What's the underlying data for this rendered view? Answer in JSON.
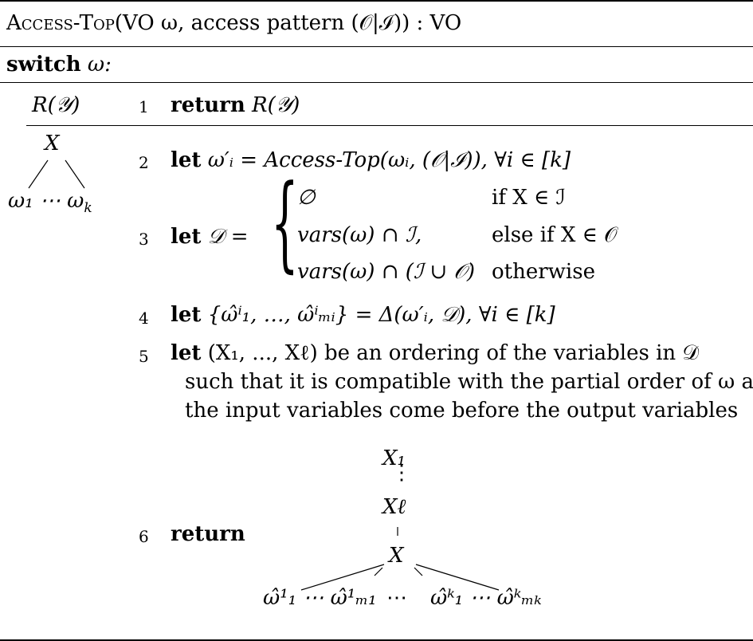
{
  "header": {
    "fn_name": "Access-Top",
    "signature_rest": "(VO ω, access pattern (𝒪|ℐ)) : VO"
  },
  "switch_line": {
    "keyword": "switch",
    "arg": "ω:"
  },
  "case1": {
    "pattern": "R(𝒴)",
    "line_no": "1",
    "keyword": "return",
    "expr": "R(𝒴)"
  },
  "case2": {
    "pattern_root": "X",
    "pattern_children": "ω₁ ⋯ ω",
    "pattern_children_sub": "k",
    "lines": {
      "l2": {
        "no": "2",
        "kw": "let",
        "text": "ω′ᵢ = Access-Top(ωᵢ, (𝒪|ℐ)), ∀i ∈ [k]"
      },
      "l3": {
        "no": "3",
        "kw": "let",
        "lhs": "𝒟 =",
        "cases": [
          {
            "value": "∅",
            "cond": "if X ∈ ℐ"
          },
          {
            "value": "vars(ω) ∩ ℐ,",
            "cond": "else if X ∈ 𝒪"
          },
          {
            "value": "vars(ω) ∩ (ℐ ∪ 𝒪)",
            "cond": "otherwise"
          }
        ]
      },
      "l4": {
        "no": "4",
        "kw": "let",
        "text": "{ω̂ⁱ₁, …, ω̂ⁱₘᵢ} = Δ(ω′ᵢ, 𝒟),  ∀i ∈ [k]"
      },
      "l5": {
        "no": "5",
        "kw": "let",
        "text1": "(X₁, ..., Xℓ) be an ordering of the variables in 𝒟",
        "text2": "such that it is compatible with the partial order of ω and",
        "text3": "the input variables come before the output variables"
      },
      "l6": {
        "no": "6",
        "kw": "return",
        "tree": {
          "top": "X₁",
          "dots": "⋮",
          "mid": "Xℓ",
          "root": "X",
          "leaves_left": "ω̂¹₁ ⋯ ω̂¹ₘ₁",
          "leaves_mid": "⋯",
          "leaves_right": "ω̂ᵏ₁ ⋯ ω̂ᵏₘₖ"
        }
      }
    }
  }
}
